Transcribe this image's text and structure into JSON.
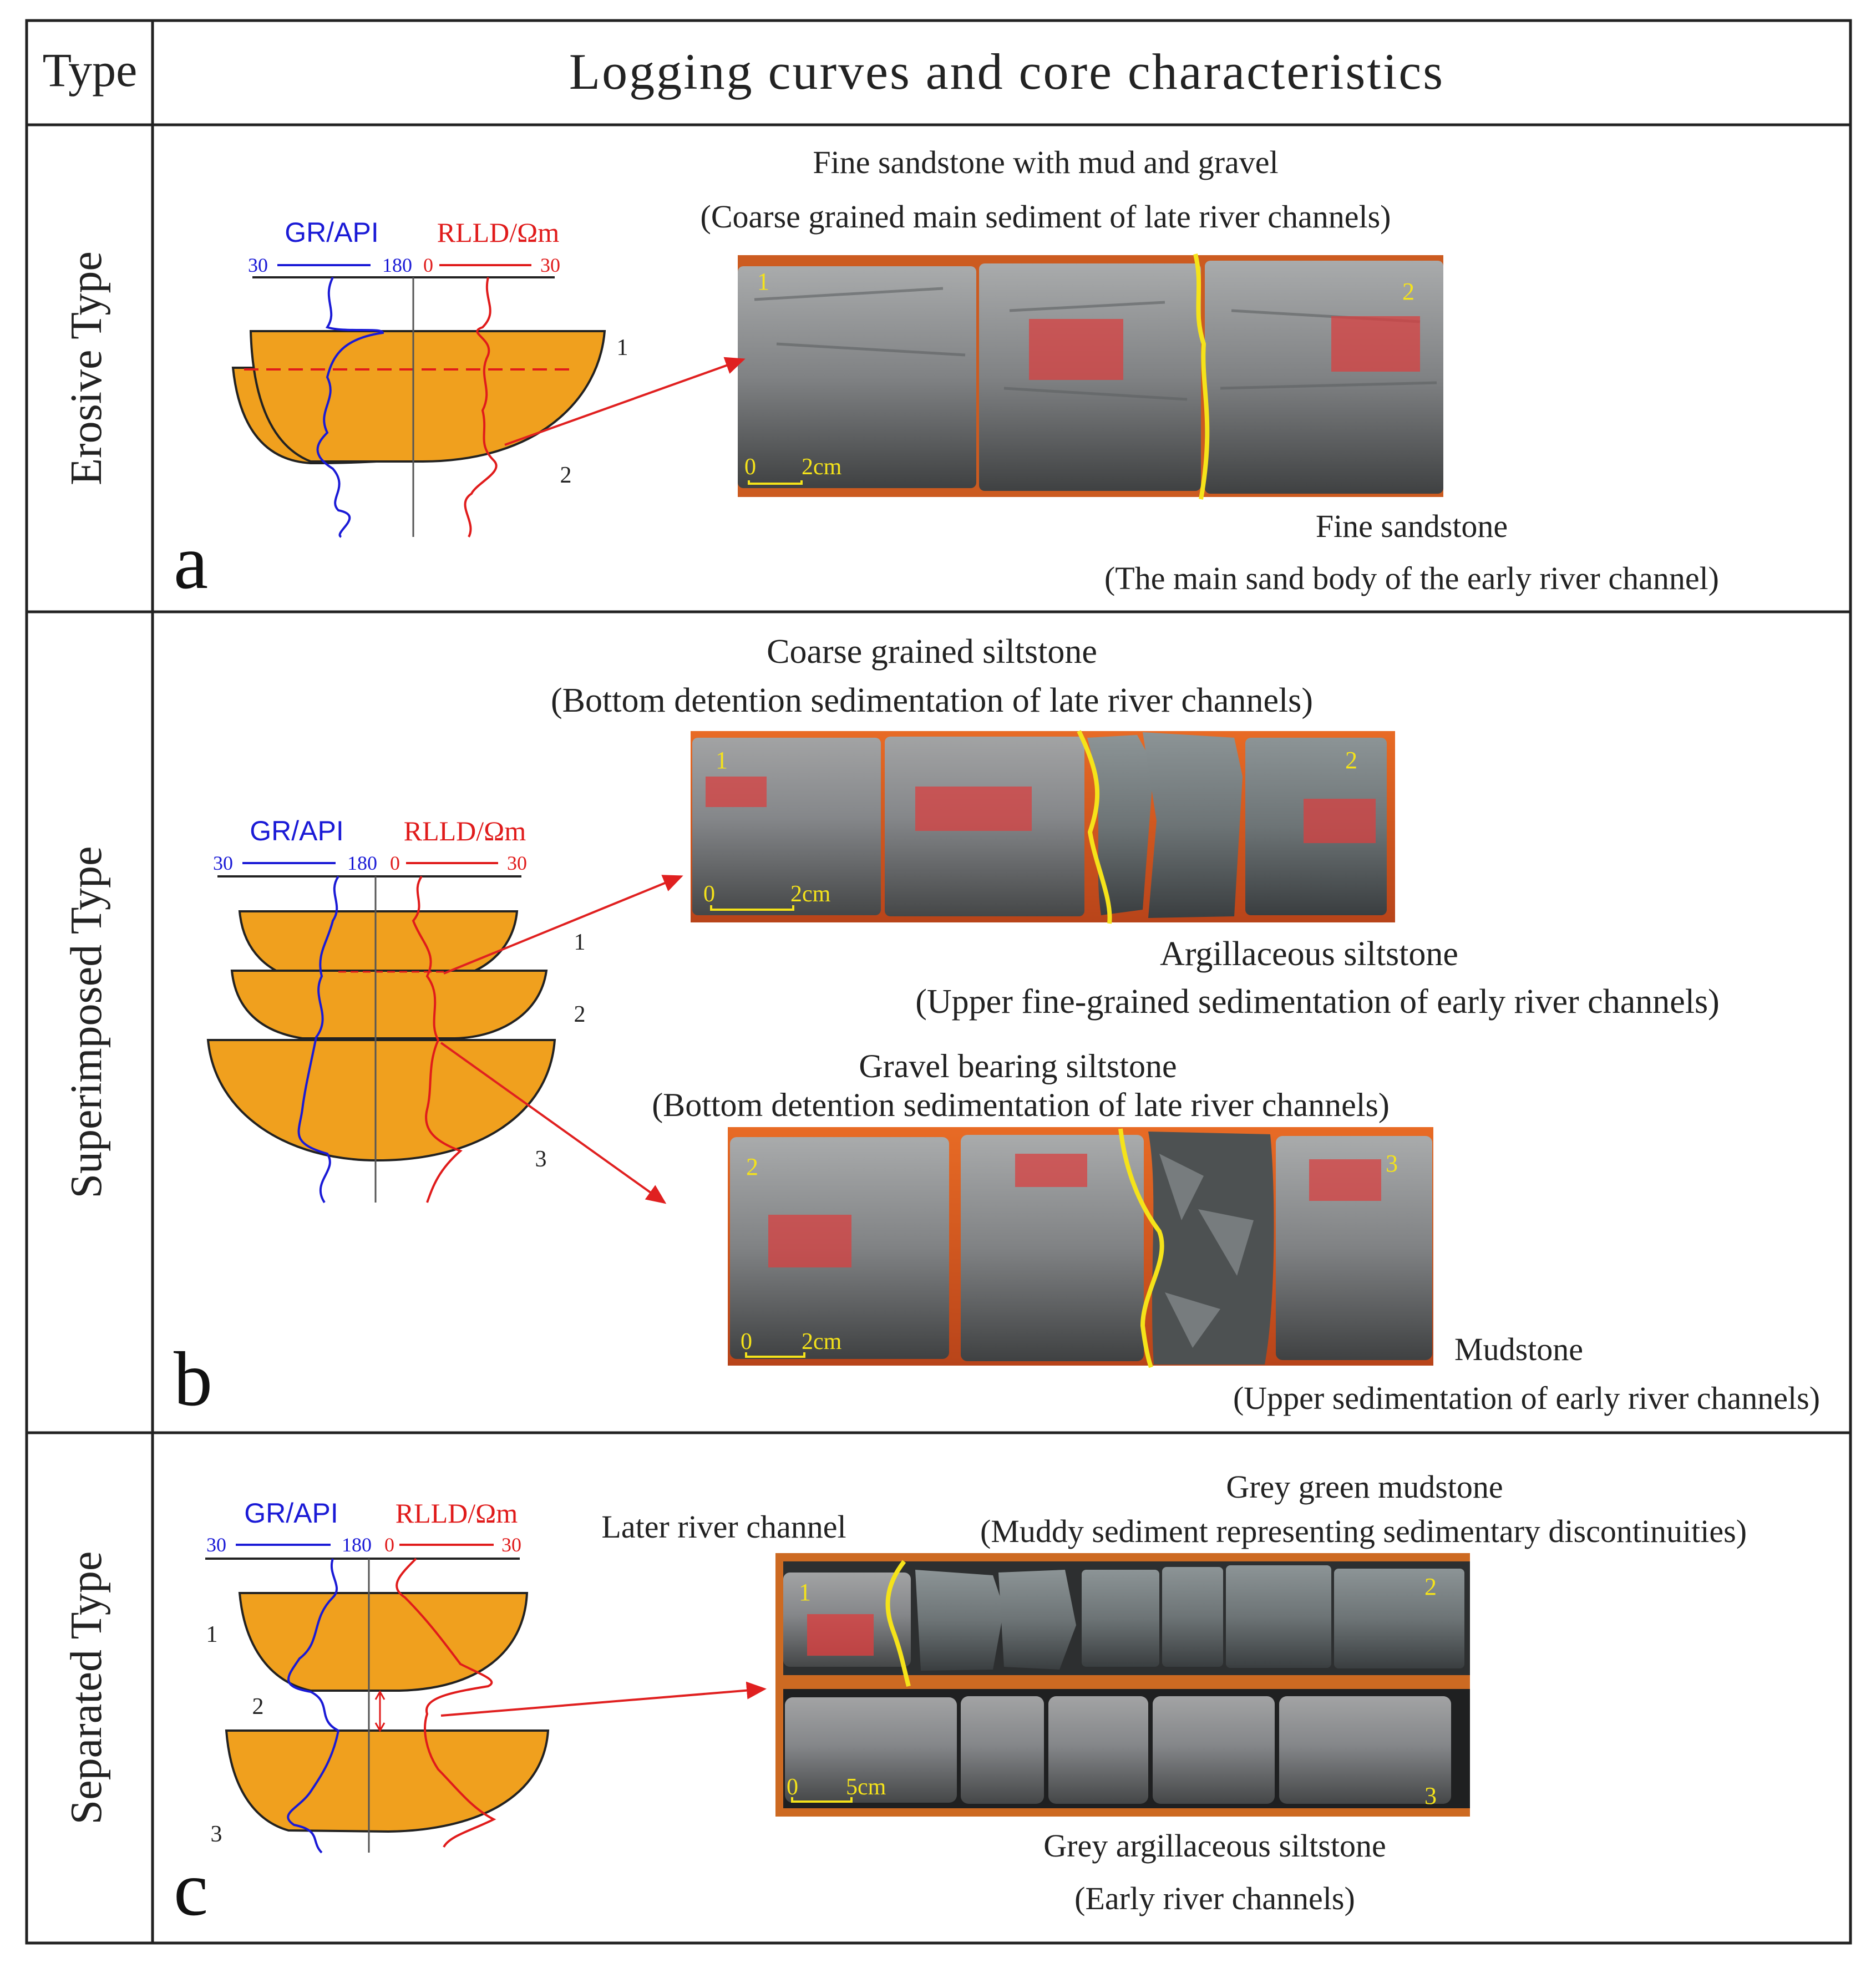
{
  "header": {
    "type_label": "Type",
    "title": "Logging curves and core characteristics"
  },
  "colors": {
    "channel_fill": "#F0A01E",
    "gr_curve": "#1a1ad6",
    "rlld_curve": "#e01b1b",
    "boundary_line": "#f5e31a",
    "core_rock": "#7d7f80",
    "core_tray": "#d8541c",
    "arrow": "#e02020"
  },
  "rows": [
    {
      "type_name": "Erosive Type",
      "letter": "a",
      "gr_label": "GR/API",
      "rlld_label": "RLLD/Ωm",
      "gr_min": "30",
      "gr_max": "180",
      "rlld_min": "0",
      "rlld_max": "30",
      "channel_numbers": [
        "1",
        "2"
      ],
      "photo_marks": [
        "1",
        "2"
      ],
      "scale_label_left": "0",
      "scale_label_right": "2cm",
      "top_caption": "Fine sandstone with mud and gravel",
      "top_caption_detail": "(Coarse grained main sediment of late river channels)",
      "bottom_caption": "Fine sandstone",
      "bottom_caption_detail": "(The main sand body of the early river channel)"
    },
    {
      "type_name": "Superimposed Type",
      "letter": "b",
      "gr_label": "GR/API",
      "rlld_label": "RLLD/Ωm",
      "gr_min": "30",
      "gr_max": "180",
      "rlld_min": "0",
      "rlld_max": "30",
      "channel_numbers": [
        "1",
        "2",
        "3"
      ],
      "photo1_marks": [
        "1",
        "2"
      ],
      "photo2_marks": [
        "2",
        "3"
      ],
      "scale_label_left": "0",
      "scale_label_right": "2cm",
      "top_caption": "Coarse grained siltstone",
      "top_caption_detail": "(Bottom detention sedimentation of late river channels)",
      "mid_caption": "Argillaceous siltstone",
      "mid_caption_detail": "(Upper fine-grained sedimentation of early river channels)",
      "caption3": "Gravel bearing siltstone",
      "caption3_detail": "(Bottom detention sedimentation of late river channels)",
      "caption4": "Mudstone",
      "caption4_detail": "(Upper sedimentation of early river channels)"
    },
    {
      "type_name": "Separated  Type",
      "letter": "c",
      "gr_label": "GR/API",
      "rlld_label": "RLLD/Ωm",
      "gr_min": "30",
      "gr_max": "180",
      "rlld_min": "0",
      "rlld_max": "30",
      "channel_numbers": [
        "1",
        "2",
        "3"
      ],
      "photo_marks": [
        "1",
        "2",
        "3"
      ],
      "scale_label_left": "0",
      "scale_label_right": "5cm",
      "later_label": "Later river channel",
      "top_caption": "Grey green mudstone",
      "top_caption_detail": "(Muddy sediment representing sedimentary discontinuities)",
      "bottom_caption": "Grey argillaceous siltstone",
      "bottom_caption_detail": "(Early river channels)"
    }
  ]
}
